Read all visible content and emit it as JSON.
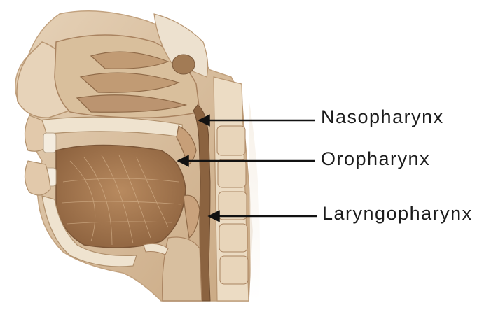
{
  "labels": {
    "nasopharynx": "Nasopharynx",
    "oropharynx": "Oropharynx",
    "laryngopharynx": "Laryngopharynx"
  },
  "colors": {
    "background": "#ffffff",
    "tissue_light": "#e9d9c4",
    "tissue_mid": "#d4b898",
    "tissue_dark": "#a6784f",
    "muscle": "#b08257",
    "bone": "#efe3cf",
    "pointer": "#111111"
  },
  "icons": [
    "pointer-arrow-icon"
  ]
}
